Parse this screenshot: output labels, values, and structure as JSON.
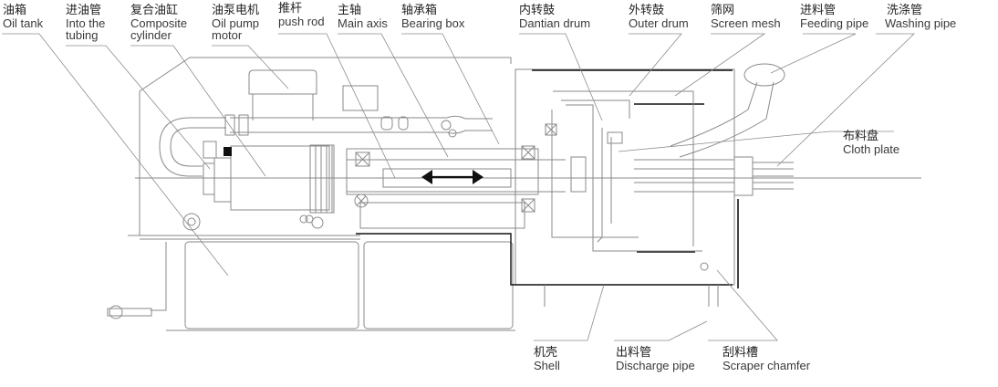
{
  "diagram": {
    "title": "Centrifuge structure diagram",
    "labels_top": [
      {
        "id": "oil-tank",
        "zh": "油箱",
        "en": "Oil tank"
      },
      {
        "id": "oil-inlet-tubing",
        "zh": "进油管",
        "en": "Into the tubing"
      },
      {
        "id": "composite-cylinder",
        "zh": "复合油缸",
        "en": "Composite cylinder"
      },
      {
        "id": "oil-pump-motor",
        "zh": "油泵电机",
        "en": "Oil pump motor"
      },
      {
        "id": "push-rod",
        "zh": "推杆",
        "en": "push rod"
      },
      {
        "id": "main-axis",
        "zh": "主轴",
        "en": "Main axis"
      },
      {
        "id": "bearing-box",
        "zh": "轴承箱",
        "en": "Bearing box"
      },
      {
        "id": "inner-drum",
        "zh": "内转鼓",
        "en": "Dantian drum"
      },
      {
        "id": "outer-drum",
        "zh": "外转鼓",
        "en": "Outer drum"
      },
      {
        "id": "screen-mesh",
        "zh": "筛网",
        "en": "Screen mesh"
      },
      {
        "id": "feeding-pipe",
        "zh": "进料管",
        "en": "Feeding pipe"
      },
      {
        "id": "washing-pipe",
        "zh": "洗涤管",
        "en": "Washing pipe"
      }
    ],
    "labels_right": [
      {
        "id": "cloth-plate",
        "zh": "布料盘",
        "en": "Cloth plate"
      }
    ],
    "labels_bottom": [
      {
        "id": "shell",
        "zh": "机壳",
        "en": "Shell"
      },
      {
        "id": "discharge-pipe",
        "zh": "出料管",
        "en": "Discharge pipe"
      },
      {
        "id": "scraper-chamfer",
        "zh": "刮料槽",
        "en": "Scraper chamfer"
      }
    ],
    "motion_indicator": "double-arrow-horizontal"
  }
}
